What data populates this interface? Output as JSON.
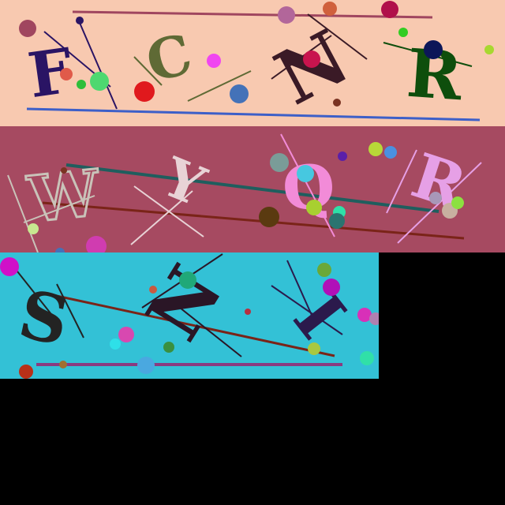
{
  "panels": [
    {
      "background": "#F8C9B0",
      "letters": [
        {
          "char": "F",
          "color": "#2A1464"
        },
        {
          "char": "C",
          "color": "#5F6A35"
        },
        {
          "char": "N",
          "color": "#3A1A26"
        },
        {
          "char": "R",
          "color": "#0E4E0C"
        }
      ]
    },
    {
      "background": "#A64A61",
      "letters": [
        {
          "char": "W",
          "color": "#C9C3B9"
        },
        {
          "char": "Y",
          "color": "#E8D3D6"
        },
        {
          "char": "Q",
          "color": "#F28BD8"
        },
        {
          "char": "R",
          "color": "#E6A0E6"
        }
      ]
    },
    {
      "background": "#33C1D6",
      "letters": [
        {
          "char": "S",
          "color": "#232323"
        },
        {
          "char": "N",
          "color": "#2A1626"
        },
        {
          "char": "I",
          "color": "#2B1A4C"
        }
      ]
    }
  ],
  "colors": {
    "page_background": "#000000"
  }
}
